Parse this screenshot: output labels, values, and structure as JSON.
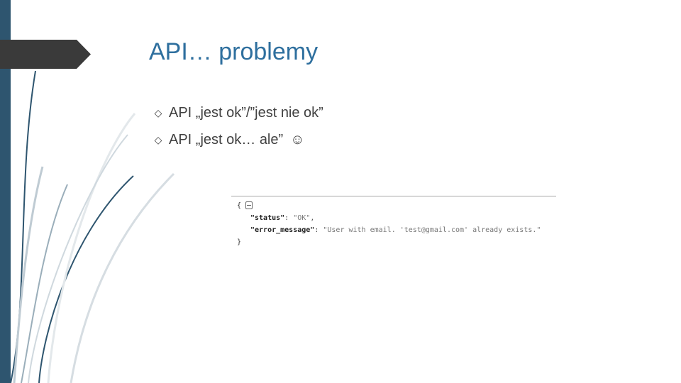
{
  "slide": {
    "title": "API… problemy",
    "bullets": [
      {
        "icon": "diamond-bullet-icon",
        "text": "API „jest ok”/”jest nie ok”"
      },
      {
        "icon": "diamond-bullet-icon",
        "text": "API „jest ok… ale”",
        "trailing_icon": "smiley-icon",
        "trailing_glyph": "☺"
      }
    ]
  },
  "code": {
    "open_brace": "{",
    "close_brace": "}",
    "lines": [
      {
        "key": "\"status\"",
        "sep": ": ",
        "value": "\"OK\"",
        "tail": ","
      },
      {
        "key": "\"error_message\"",
        "sep": ": ",
        "value": "\"User with email. 'test@gmail.com' already exists.\"",
        "tail": ""
      }
    ]
  },
  "colors": {
    "accent": "#2e556f",
    "title": "#2e6f9e",
    "tab": "#3a3a3a"
  }
}
